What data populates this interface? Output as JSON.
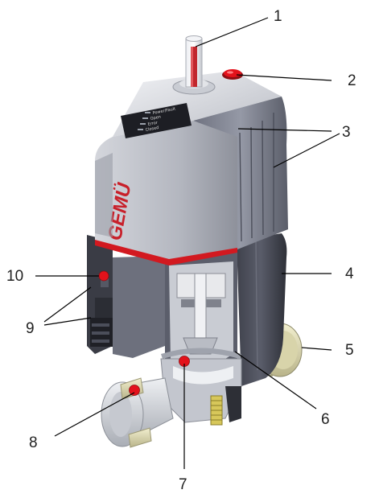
{
  "brand": "GEMÜ",
  "status_leds": [
    "Power/Fault",
    "Open",
    "Error",
    "Closed"
  ],
  "callouts": [
    {
      "id": "1",
      "label": "1"
    },
    {
      "id": "2",
      "label": "2"
    },
    {
      "id": "3",
      "label": "3"
    },
    {
      "id": "4",
      "label": "4"
    },
    {
      "id": "5",
      "label": "5"
    },
    {
      "id": "6",
      "label": "6"
    },
    {
      "id": "7",
      "label": "7"
    },
    {
      "id": "8",
      "label": "8"
    },
    {
      "id": "9",
      "label": "9"
    },
    {
      "id": "10",
      "label": "10"
    }
  ],
  "colors": {
    "housing_light": "#cfd2d8",
    "housing_dark": "#4a4d58",
    "red_marker": "#e3121b",
    "cream_nut": "#e3dfb8",
    "pipe_light": "#d9dbe0"
  }
}
